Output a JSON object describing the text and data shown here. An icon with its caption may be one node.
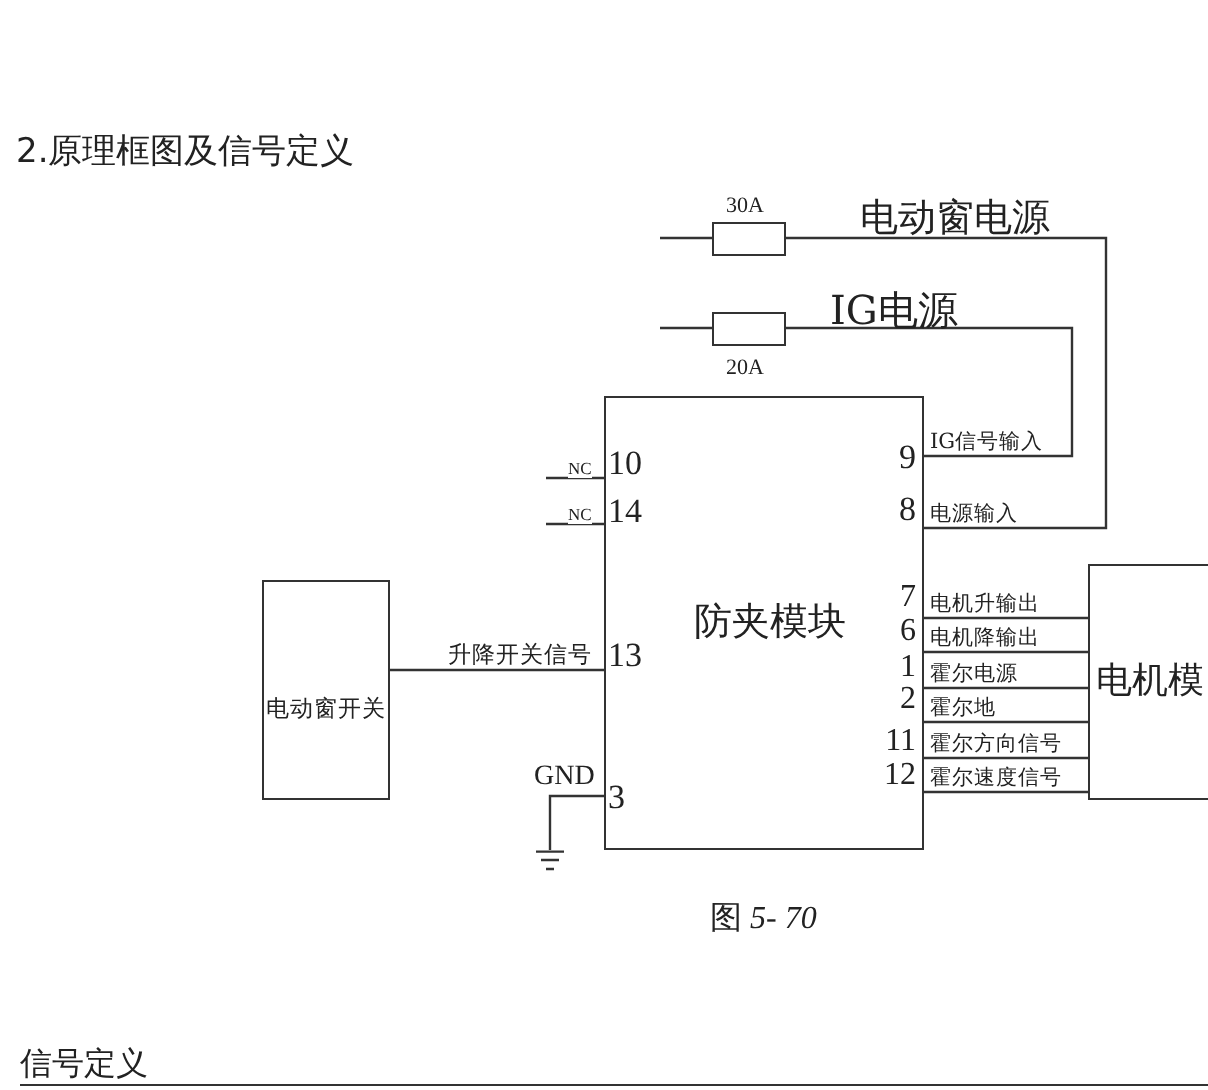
{
  "diagram": {
    "title": "2.原理框图及信号定义",
    "caption": "图 *5- 70*",
    "nodes": [
      {
        "text": [
          "防夹模块"
        ]
      },
      {
        "text": [
          "电动窗开关"
        ]
      },
      {
        "text": [
          "电机模"
        ]
      },
      {
        "text": [],
        "shape": "box",
        "beside": [
          "30A"
        ]
      },
      {
        "text": [],
        "shape": "box",
        "beside": [
          "20A"
        ]
      },
      {
        "text": [],
        "shape": "ground"
      }
    ],
    "edges": [
      {
        "from": null,
        "to": 3,
        "arrow": "none"
      },
      {
        "from": 3,
        "to": 0,
        "label": "电源输入",
        "arrow": "none"
      },
      {
        "from": null,
        "to": 4,
        "arrow": "none"
      },
      {
        "from": 4,
        "to": 0,
        "label": "IG信号输入",
        "arrow": "none"
      },
      {
        "from": null,
        "to": 0,
        "label": "NC",
        "arrow": "none"
      },
      {
        "from": null,
        "to": 0,
        "label": "NC",
        "arrow": "none"
      },
      {
        "from": 1,
        "to": 0,
        "label": "升降开关信号",
        "arrow": "none"
      },
      {
        "from": 0,
        "to": 5,
        "label": "GND",
        "arrow": "none"
      },
      {
        "from": 0,
        "to": 2,
        "label": "电机升输出",
        "arrow": "none"
      },
      {
        "from": 0,
        "to": 2,
        "label": "电机降输出",
        "arrow": "none"
      },
      {
        "from": 0,
        "to": 2,
        "label": "霍尔电源",
        "arrow": "none"
      },
      {
        "from": 0,
        "to": 2,
        "label": "霍尔地",
        "arrow": "none"
      },
      {
        "from": 0,
        "to": 2,
        "label": "霍尔方向信号",
        "arrow": "none"
      },
      {
        "from": 0,
        "to": 2,
        "label": "霍尔速度信号",
        "arrow": "none"
      }
    ],
    "labels": [
      "电动窗电源",
      "IG电源",
      "10",
      "14",
      "13",
      "3",
      "9",
      "8",
      "7",
      "6",
      "1",
      "2",
      "11",
      "12",
      "信号定义"
    ]
  }
}
